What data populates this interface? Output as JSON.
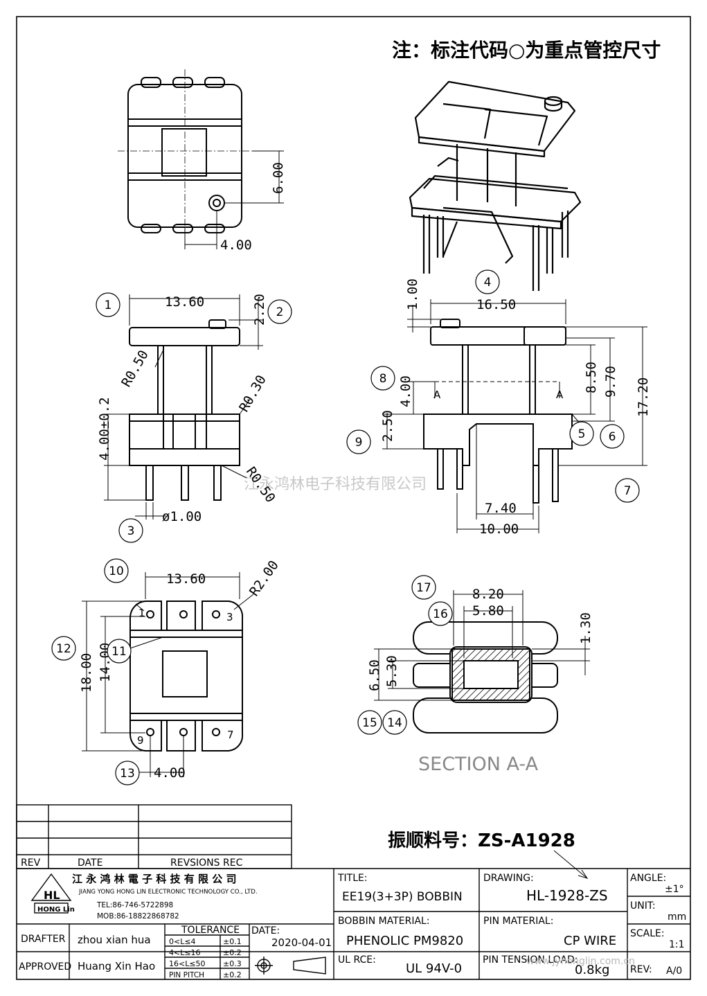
{
  "note": "注：标注代码○为重点管控尺寸",
  "part_number": "振顺料号：ZS-A1928",
  "section_label": "SECTION A-A",
  "watermark": "江永鸿林电子科技有限公司",
  "url_watermark": "www.jyhonglin.com.cn",
  "dims": {
    "d_6_00": "6.00",
    "d_4_00_top": "4.00",
    "d_13_60": "13.60",
    "d_2_20": "2.20",
    "d_r050": "R0.50",
    "d_r030": "R0.30",
    "d_r050b": "R0.50",
    "d_4_00_tol": "4.00±0.2",
    "d_dia1": "ø1.00",
    "d_16_50": "16.50",
    "d_1_00": "1.00",
    "d_8_50": "8.50",
    "d_9_70": "9.70",
    "d_17_20": "17.20",
    "d_4_00_side": "4.00",
    "d_2_50": "2.50",
    "d_7_40": "7.40",
    "d_10_00": "10.00",
    "d_a": "A",
    "d_13_60b": "13.60",
    "d_r200": "R2.00",
    "d_18_00": "18.00",
    "d_14_00": "14.00",
    "d_4_00_bot": "4.00",
    "d_8_20": "8.20",
    "d_5_80": "5.80",
    "d_1_30": "1.30",
    "d_6_50": "6.50",
    "d_5_30": "5.30",
    "pin1": "1",
    "pin3": "3",
    "pin9": "9",
    "pin7": "7"
  },
  "callouts": [
    "1",
    "2",
    "3",
    "4",
    "5",
    "6",
    "7",
    "8",
    "9",
    "10",
    "11",
    "12",
    "13",
    "14",
    "15",
    "16",
    "17"
  ],
  "title_block": {
    "rev_header": "REV",
    "date_header": "DATE",
    "revisions_header": "REVSIONS REC",
    "company_cn": "江 永 鸿 林 電 子 科 技 有 限 公 司",
    "company_en": "JIANG YONG HONG LIN ELECTRONIC TECHNOLOGY CO., LTD.",
    "tel": "TEL:86-746-5722898",
    "mob": "MOB:86-18822868782",
    "logo_text": "HL",
    "logo_sub": "HONG Lin",
    "title_label": "TITLE:",
    "title_value": "EE19(3+3P) BOBBIN",
    "drawing_label": "DRAWING:",
    "drawing_value": "HL-1928-ZS",
    "angle_label": "ANGLE:",
    "angle_value": "±1°",
    "unit_label": "UNIT:",
    "unit_value": "mm",
    "bobbin_material_label": "BOBBIN MATERIAL:",
    "bobbin_material_value": "PHENOLIC PM9820",
    "pin_material_label": "PIN MATERIAL:",
    "pin_material_value": "CP WIRE",
    "scale_label": "SCALE:",
    "scale_value": "1:1",
    "drafter_label": "DRAFTER",
    "drafter_value": "zhou xian hua",
    "approved_label": "APPROVED",
    "approved_value": "Huang Xin Hao",
    "tolerance_label": "TOLERANCE",
    "tol_rows": [
      {
        "range": "0<L≤4",
        "tol": "±0.1"
      },
      {
        "range": "4<L≤16",
        "tol": "±0.2"
      },
      {
        "range": "16<L≤50",
        "tol": "±0.3"
      },
      {
        "range": "PIN PITCH",
        "tol": "±0.2"
      }
    ],
    "date_label": "DATE:",
    "date_value": "2020-04-01",
    "ul_label": "UL RCE:",
    "ul_value": "UL 94V-0",
    "pin_tension_label": "PIN TENSION LOAD:",
    "pin_tension_value": "0.8kg",
    "rev_label": "REV:",
    "rev_value": "A/0"
  }
}
